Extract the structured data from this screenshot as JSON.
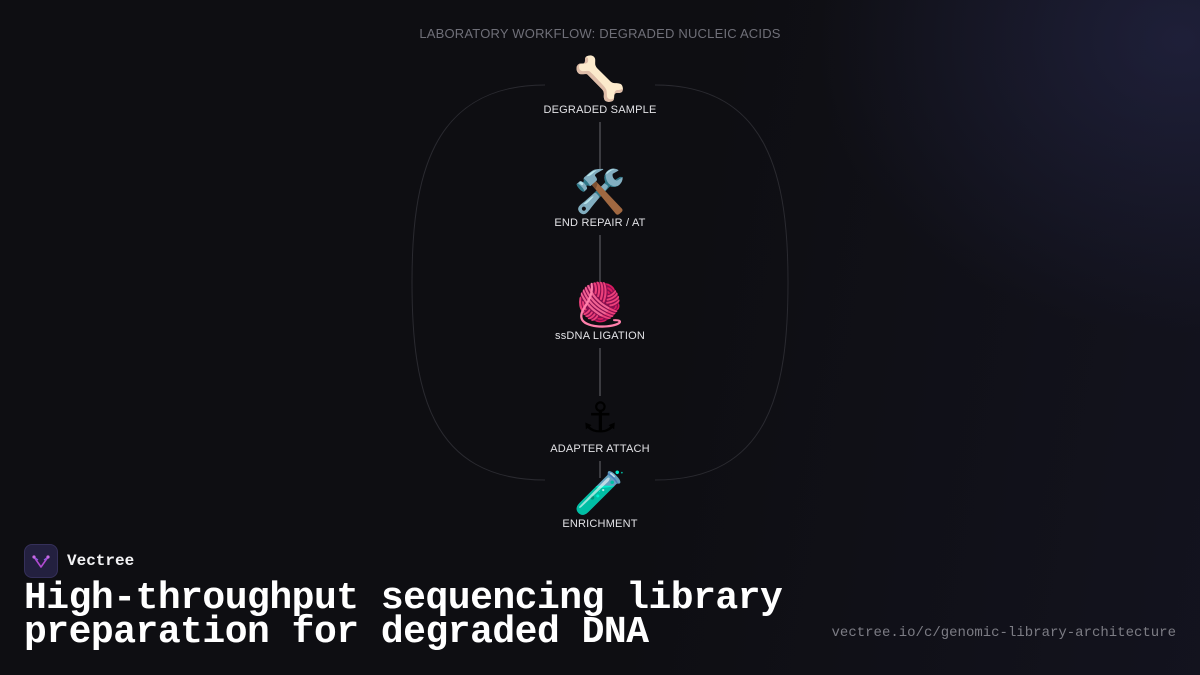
{
  "diagram": {
    "title": "LABORATORY WORKFLOW: DEGRADED NUCLEIC ACIDS",
    "nodes": [
      {
        "label": "DEGRADED SAMPLE",
        "icon": "bone-icon",
        "glyph": "🦴"
      },
      {
        "label": "END REPAIR / AT",
        "icon": "hammer-and-wrench-icon",
        "glyph": "🛠️"
      },
      {
        "label": "ssDNA LIGATION",
        "icon": "yarn-icon",
        "glyph": "🧶"
      },
      {
        "label": "ADAPTER ATTACH",
        "icon": "anchor-icon",
        "glyph": "⚓"
      },
      {
        "label": "ENRICHMENT",
        "icon": "test-tube-icon",
        "glyph": "🧪"
      }
    ]
  },
  "brand": {
    "name": "Vectree",
    "logo_icon": "vectree-logo-icon"
  },
  "headline": "High-throughput sequencing library preparation for degraded DNA",
  "url": "vectree.io/c/genomic-library-architecture",
  "colors": {
    "background": "#0e0e12",
    "connector": "#5a5a60",
    "loop": "#2a2a30",
    "label": "#e2e2e6",
    "title": "#6f6f78",
    "logo_accent": "#b04ad0"
  }
}
